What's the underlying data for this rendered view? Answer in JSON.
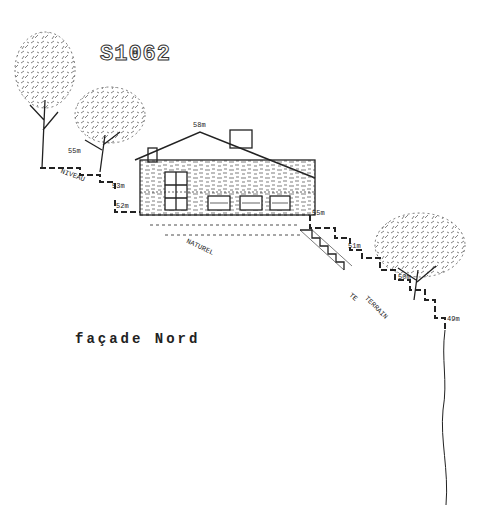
{
  "diagram": {
    "caption": "façade Nord",
    "labels": [
      "S1062",
      "NIVEAU",
      "55m",
      "53m",
      "52m",
      "58m",
      "55m",
      "NATUREL",
      "51m",
      "TE",
      "TERRAIN",
      "50m",
      "49m"
    ]
  }
}
